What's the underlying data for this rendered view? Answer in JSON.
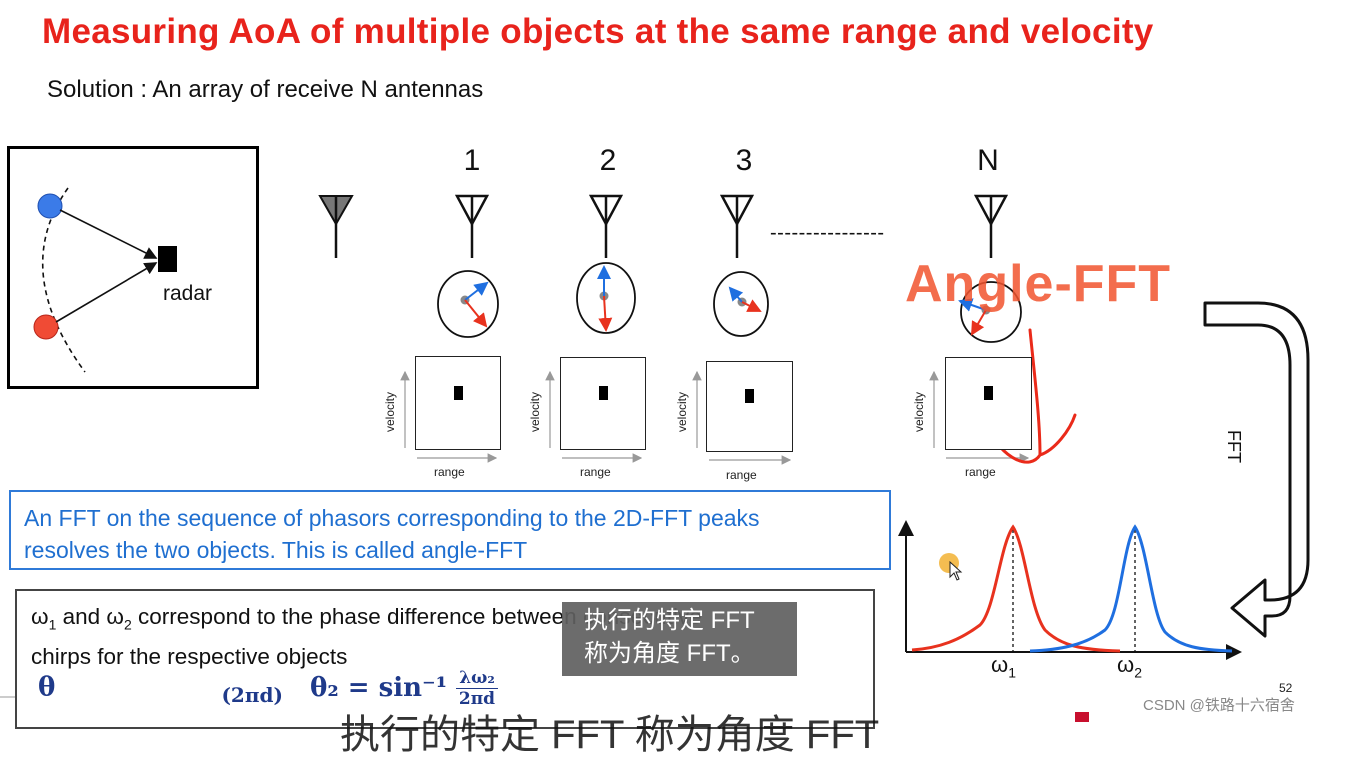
{
  "header": {
    "title": "Measuring  AoA of multiple objects at the same range and velocity",
    "subtitle": "Solution : An array of receive N antennas"
  },
  "scene": {
    "radar_label": "radar"
  },
  "antennas": {
    "labels": [
      "1",
      "2",
      "3",
      "N"
    ],
    "separator": "----------------"
  },
  "range_velocity_maps": {
    "x_label": "range",
    "y_label": "velocity"
  },
  "annotation": {
    "handwritten": "Angle-FFT",
    "arrow_label": "FFT"
  },
  "info_box": {
    "line1": "An FFT on the sequence of phasors corresponding to the 2D-FFT peaks",
    "line2": "resolves the two objects. This is called angle-FFT"
  },
  "omega_box": {
    "w1": "ω",
    "w1_sub": "1",
    "line1_mid": " and ω",
    "w2_sub": "2",
    "line1_end": " correspond to the phase difference between consecutive",
    "line2": "chirps for the respective objects"
  },
  "formula": {
    "theta1": "θ",
    "theta2": "θ₂ = sin⁻¹",
    "frac_num": "λω₂",
    "frac_den": "2πd",
    "frac_den1": "(2πd)"
  },
  "spectrum": {
    "label_w1": "ω",
    "label_w1_sub": "1",
    "label_w2": "ω",
    "label_w2_sub": "2",
    "colors": {
      "object1": "#e8321e",
      "object2": "#1f6fe0"
    }
  },
  "subtitles": {
    "overlay_line1": "执行的特定 FFT",
    "overlay_line2": "称为角度 FFT。",
    "bottom": "执行的特定 FFT 称为角度 FFT"
  },
  "footer": {
    "page_number": "52",
    "watermark": "CSDN @铁路十六宿舍"
  }
}
